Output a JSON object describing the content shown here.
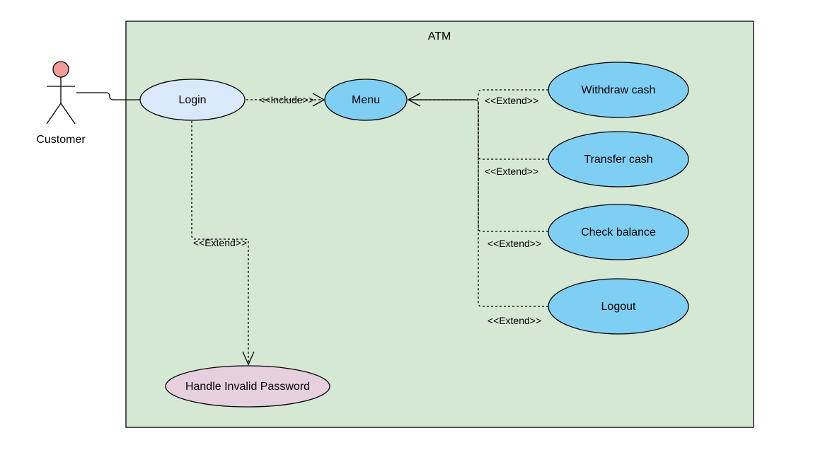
{
  "system": {
    "title": "ATM",
    "fill": "#d5e8d4"
  },
  "actor": {
    "label": "Customer",
    "head_fill": "#f19c99"
  },
  "use_cases": {
    "login": {
      "label": "Login",
      "fill": "#dae8fc"
    },
    "menu": {
      "label": "Menu",
      "fill": "#7fcff5"
    },
    "withdraw": {
      "label": "Withdraw cash",
      "fill": "#7fcff5"
    },
    "transfer": {
      "label": "Transfer cash",
      "fill": "#7fcff5"
    },
    "check_balance": {
      "label": "Check balance",
      "fill": "#7fcff5"
    },
    "logout": {
      "label": "Logout",
      "fill": "#7fcff5"
    },
    "invalid_password": {
      "label": "Handle Invalid Password",
      "fill": "#e6d0de"
    }
  },
  "relations": {
    "include_login_menu": "<<Include>>",
    "extend_login_invalid": "<<Extend>>",
    "extend_withdraw": "<<Extend>>",
    "extend_transfer": "<<Extend>>",
    "extend_check_balance": "<<Extend>>",
    "extend_logout": "<<Extend>>"
  }
}
